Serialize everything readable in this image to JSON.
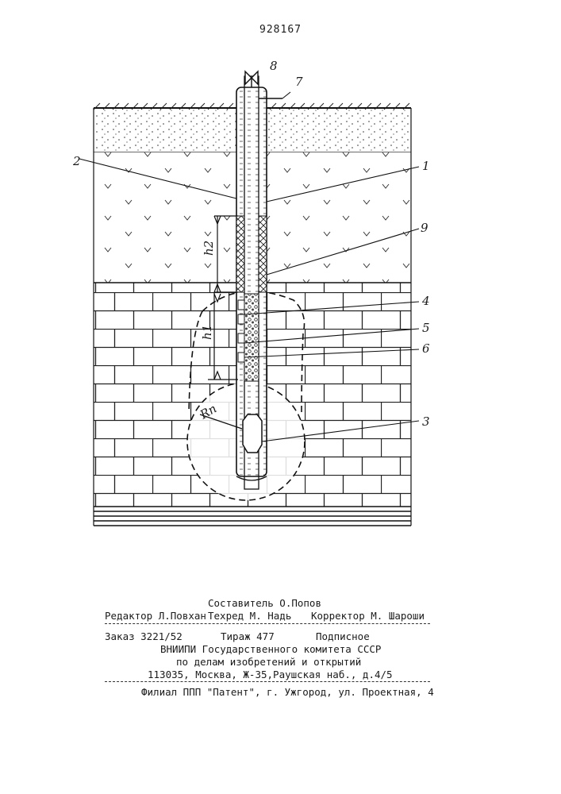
{
  "patent_number": "928167",
  "figure": {
    "labels": {
      "l1": "1",
      "l2": "2",
      "l3": "3",
      "l4": "4",
      "l5": "5",
      "l6": "6",
      "l7": "7",
      "l8": "8",
      "l9": "9",
      "h1": "h1",
      "h2": "h2",
      "rn": "Rп"
    }
  },
  "imprint": {
    "compiler": "Составитель О.Попов",
    "editor": "Редактор Л.Повхан",
    "techred": "Техред М. Надь",
    "corrector": "Корректор М. Шароши",
    "order": "Заказ 3221/52",
    "run": "Тираж 477",
    "subscription": "Подписное",
    "org": "ВНИИПИ Государственного комитета СССР",
    "org2": "по делам изобретений и открытий",
    "address": "113035, Москва, Ж-35,Раушская наб., д.4/5",
    "branch": "Филиал ППП \"Патент\", г. Ужгород, ул. Проектная, 4"
  }
}
